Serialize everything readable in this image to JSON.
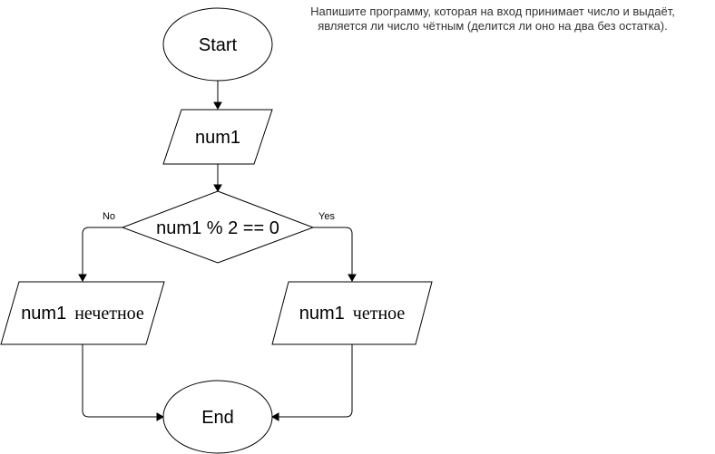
{
  "task_note": {
    "line1": "Напишите программу, которая на вход принимает число и выдаёт,",
    "line2": "является ли число чётным (делится ли оно на два без остатка)."
  },
  "nodes": {
    "start": "Start",
    "input": "num1",
    "condition": "num1 % 2 == 0",
    "output_odd_var": "num1",
    "output_odd_word": "нечетное",
    "output_even_var": "num1",
    "output_even_word": "четное",
    "end": "End"
  },
  "edges": {
    "no_label": "No",
    "yes_label": "Yes"
  }
}
